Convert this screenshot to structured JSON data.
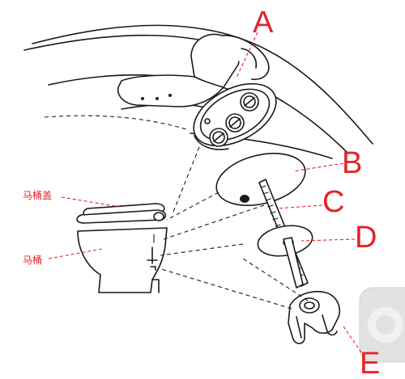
{
  "labels": {
    "part_a": "A",
    "part_b": "B",
    "part_c": "C",
    "part_d": "D",
    "part_e": "E",
    "seat_lid": "马桶盖",
    "toilet": "马桶"
  },
  "colors": {
    "label_red": "#e4232a",
    "ink": "#1a1a1a",
    "background": "#ffffff",
    "watermark_gray": "#d6d6d6"
  }
}
